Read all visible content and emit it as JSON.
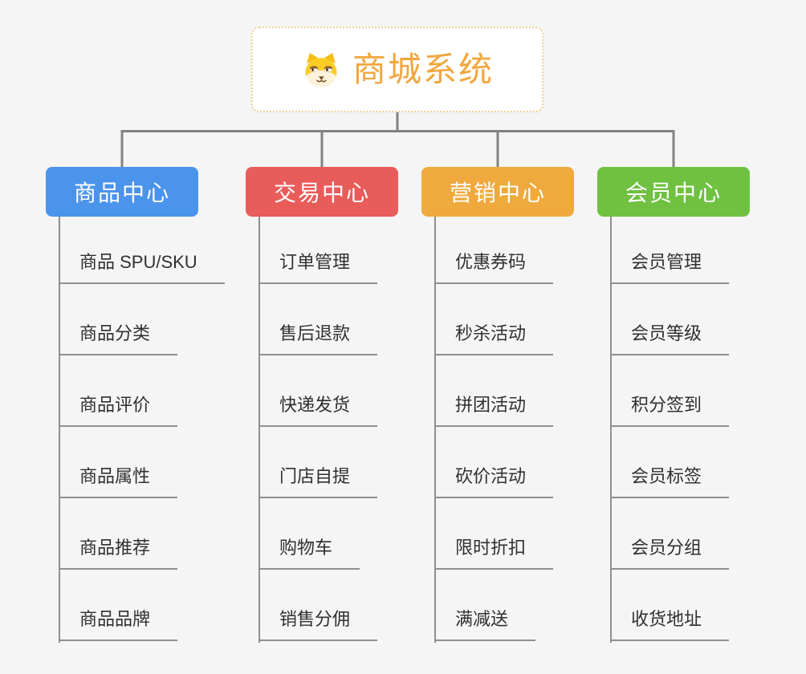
{
  "root": {
    "title": "商城系统",
    "icon": "dog-face-icon",
    "title_color": "#F1A73E",
    "border_color": "#F3CF97"
  },
  "branches": [
    {
      "label": "商品中心",
      "color": "#4B94EC",
      "items": [
        "商品 SPU/SKU",
        "商品分类",
        "商品评价",
        "商品属性",
        "商品推荐",
        "商品品牌"
      ]
    },
    {
      "label": "交易中心",
      "color": "#E85C5A",
      "items": [
        "订单管理",
        "售后退款",
        "快递发货",
        "门店自提",
        "购物车",
        "销售分佣"
      ]
    },
    {
      "label": "营销中心",
      "color": "#EFA93C",
      "items": [
        "优惠券码",
        "秒杀活动",
        "拼团活动",
        "砍价活动",
        "限时折扣",
        "满减送"
      ]
    },
    {
      "label": "会员中心",
      "color": "#70C142",
      "items": [
        "会员管理",
        "会员等级",
        "积分签到",
        "会员标签",
        "会员分组",
        "收货地址"
      ]
    }
  ],
  "connector_color": "#828282",
  "background_color": "#F5F5F5"
}
